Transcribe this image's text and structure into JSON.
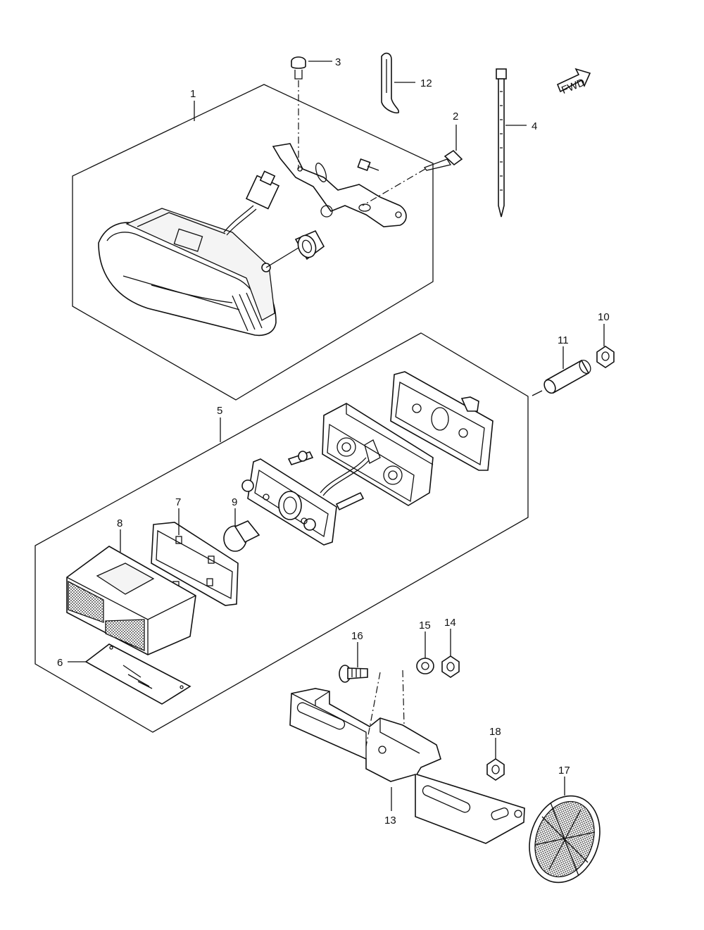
{
  "direction_badge": "FWD",
  "callouts": [
    {
      "id": "c1",
      "label": "1"
    },
    {
      "id": "c2",
      "label": "2"
    },
    {
      "id": "c3",
      "label": "3"
    },
    {
      "id": "c4",
      "label": "4"
    },
    {
      "id": "c5",
      "label": "5"
    },
    {
      "id": "c6",
      "label": "6"
    },
    {
      "id": "c7",
      "label": "7"
    },
    {
      "id": "c8",
      "label": "8"
    },
    {
      "id": "c9",
      "label": "9"
    },
    {
      "id": "c10",
      "label": "10"
    },
    {
      "id": "c11",
      "label": "11"
    },
    {
      "id": "c12",
      "label": "12"
    },
    {
      "id": "c13",
      "label": "13"
    },
    {
      "id": "c14",
      "label": "14"
    },
    {
      "id": "c15",
      "label": "15"
    },
    {
      "id": "c16",
      "label": "16"
    },
    {
      "id": "c17",
      "label": "17"
    },
    {
      "id": "c18",
      "label": "18"
    }
  ]
}
